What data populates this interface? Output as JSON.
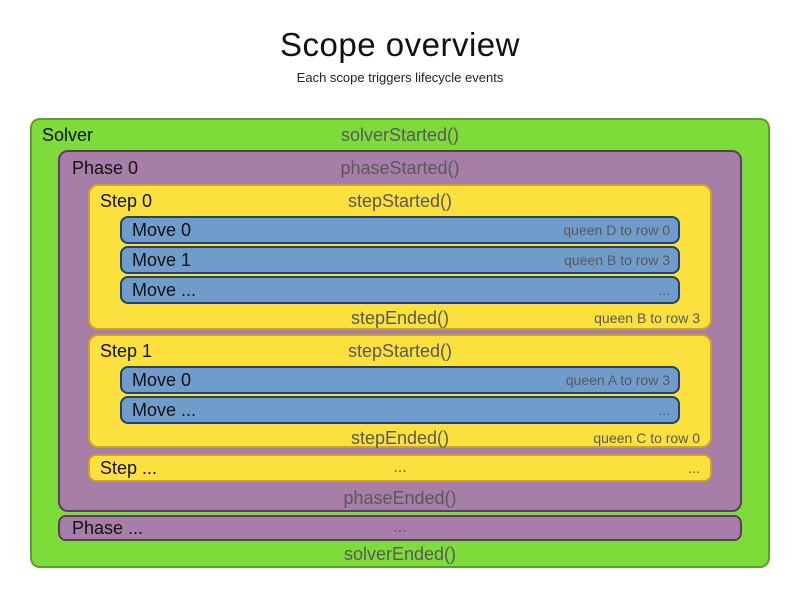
{
  "title": "Scope overview",
  "subtitle": "Each scope triggers lifecycle events",
  "colors": {
    "solver_fill": "#7edc3a",
    "solver_border": "#55a32a",
    "phase_fill": "#a77ea7",
    "phase_border": "#5f3a63",
    "step_fill": "#fbe03e",
    "step_border": "#c9a22b",
    "move_fill": "#6f9cca",
    "move_border": "#24406b",
    "event_text": "#595959",
    "detail_text": "#595959"
  },
  "solver": {
    "label": "Solver",
    "started_event": "solverStarted()",
    "ended_event": "solverEnded()",
    "phases": [
      {
        "label": "Phase 0",
        "started_event": "phaseStarted()",
        "ended_event": "phaseEnded()",
        "steps": [
          {
            "label": "Step 0",
            "started_event": "stepStarted()",
            "ended_event": "stepEnded()",
            "ended_detail": "queen B to row 3",
            "moves": [
              {
                "label": "Move 0",
                "detail": "queen D to row 0"
              },
              {
                "label": "Move 1",
                "detail": "queen B to row 3"
              },
              {
                "label": "Move ...",
                "detail": "..."
              }
            ]
          },
          {
            "label": "Step 1",
            "started_event": "stepStarted()",
            "ended_event": "stepEnded()",
            "ended_detail": "queen C to row 0",
            "moves": [
              {
                "label": "Move 0",
                "detail": "queen A to row 3"
              },
              {
                "label": "Move ...",
                "detail": "..."
              }
            ]
          },
          {
            "label": "Step ...",
            "center_text": "...",
            "right_text": "..."
          }
        ]
      },
      {
        "label": "Phase ...",
        "center_text": "..."
      }
    ]
  }
}
